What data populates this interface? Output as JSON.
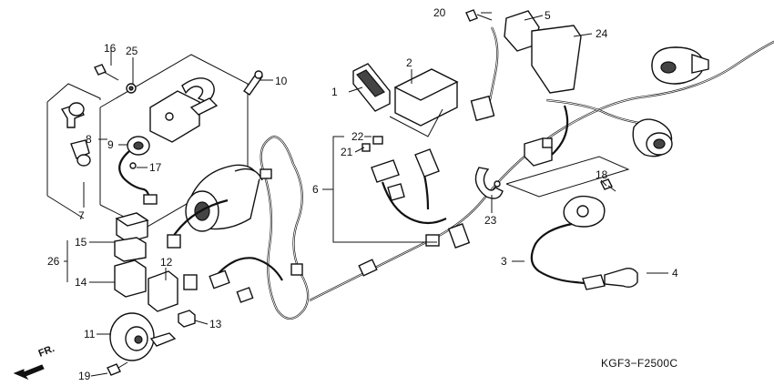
{
  "diagram": {
    "code": "KGF3−F2500C",
    "direction": "FR.",
    "labels": [
      "1",
      "2",
      "3",
      "4",
      "5",
      "6",
      "7",
      "8",
      "9",
      "10",
      "11",
      "12",
      "13",
      "14",
      "15",
      "16",
      "17",
      "18",
      "19",
      "20",
      "21",
      "22",
      "23",
      "24",
      "25",
      "26"
    ]
  }
}
